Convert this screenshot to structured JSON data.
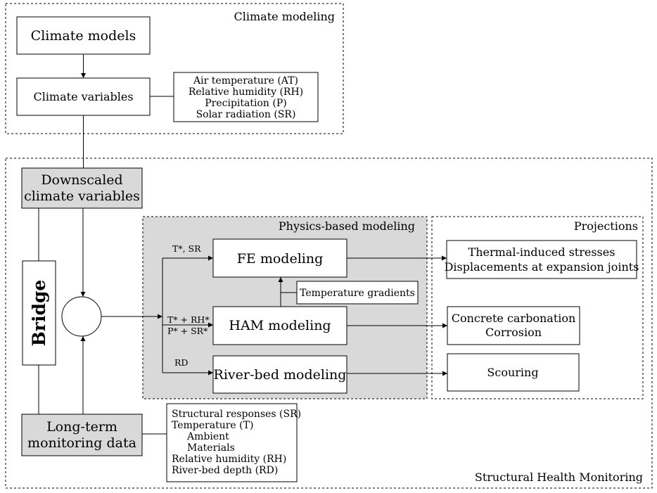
{
  "regions": {
    "climate_modeling": "Climate modeling",
    "structural_health_monitoring": "Structural Health Monitoring",
    "physics_based_modeling": "Physics-based modeling",
    "projections": "Projections"
  },
  "boxes": {
    "climate_models": "Climate models",
    "climate_variables": "Climate variables",
    "climate_variable_list": [
      "Air temperature (AT)",
      "Relative humidity (RH)",
      "Precipitation (P)",
      "Solar radiation (SR)"
    ],
    "downscaled": [
      "Downscaled",
      "climate variables"
    ],
    "bridge": "Bridge",
    "long_term": [
      "Long-term",
      "monitoring data"
    ],
    "monitoring_list": [
      "Structural responses (SR)",
      "Temperature (T)",
      "Ambient",
      "Materials",
      "Relative humidity (RH)",
      "River-bed depth (RD)"
    ],
    "fe_modeling": "FE modeling",
    "temperature_gradients": "Temperature gradients",
    "ham_modeling": "HAM modeling",
    "riverbed_modeling": "River-bed modeling",
    "thermal": [
      "Thermal-induced stresses",
      "Displacements at expansion joints"
    ],
    "carbonation": [
      "Concrete carbonation",
      "Corrosion"
    ],
    "scouring": "Scouring"
  },
  "arrow_labels": {
    "fe_input": "T*, SR",
    "ham_input": [
      "T* + RH*",
      "P* + SR*"
    ],
    "riverbed_input": "RD"
  }
}
